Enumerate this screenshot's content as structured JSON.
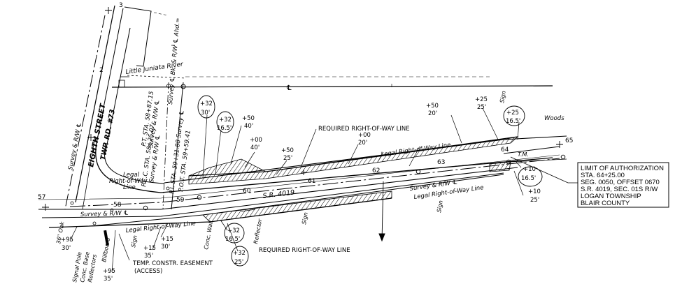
{
  "streets": {
    "eighth_street": "EIGHTH STREET",
    "twp_rd": "TWP. RD. #73",
    "survey_rw_cl": "Survey & R/W ℄",
    "sr_label": "S.R. 4019",
    "river": "Little Juniata River",
    "survey_bk": "Survey ℄ Bk. & R/W ℄ Ahd.="
  },
  "stations": [
    "57",
    "58",
    "59",
    "60",
    "61",
    "62",
    "63",
    "64",
    "65"
  ],
  "curve_points": {
    "pcc": "P.C.C. STA. 58+25.07",
    "pcc_sub": "Survey & R/W ℄",
    "pt": "P.T. STA. 58+87.15",
    "pt_sub": "Survey & R/W ℄",
    "pi": "P.I. STA. 59+31.88 Survey ℄",
    "pot": "P.O.T. STA. 59+59.41"
  },
  "lines": {
    "required_row_top": "REQUIRED RIGHT-OF-WAY LINE",
    "required_row_bottom": "REQUIRED RIGHT-OF-WAY LINE",
    "legal_row_top": "Legal Right-of-Way Line",
    "legal_row_left": "Legal Right-of-Way Line",
    "legal_row_bottom": "Legal Right-of-Way Line",
    "legal_row_lower": "Legal Right-of-Way Line",
    "survey_rw_right": "Survey & R/W ℄",
    "survey_rw_lower": "Survey & R/W ℄"
  },
  "offsets": {
    "top_32_30": [
      "+32",
      "30'"
    ],
    "top_32_165": [
      "+32",
      "16.5'"
    ],
    "top_50_40": [
      "+50",
      "40'"
    ],
    "top_00_40": [
      "+00",
      "40'"
    ],
    "top_50_25": [
      "+50",
      "25'"
    ],
    "mid_00_20": [
      "+00",
      "20'"
    ],
    "top_50_20": [
      "+50",
      "20'"
    ],
    "top_25_25": [
      "+25",
      "25'"
    ],
    "top_25_165": [
      "+25",
      "16.5'"
    ],
    "right_10_165": [
      "+10",
      "16.5'"
    ],
    "right_10_25": [
      "+10",
      "25'"
    ],
    "bot_32_165": [
      "+32",
      "16.5'"
    ],
    "bot_32_25": [
      "+32",
      "25'"
    ],
    "bot_15_30": [
      "+15",
      "30'"
    ],
    "bot_15_35": [
      "+15",
      "35'"
    ],
    "bot_95_30": [
      "+95",
      "30'"
    ],
    "bot_95_35": [
      "+95",
      "35'"
    ]
  },
  "features": {
    "sign_top": "Sign",
    "woods": "Woods",
    "tm": "T.M.",
    "sign_right": "Sign",
    "sign_mid": "Sign",
    "reflector": "Reflector",
    "conc_wall": "Conc. Wall",
    "sign_left": "Sign",
    "billboard": "Billboard",
    "reflectors": "Reflectors",
    "conc_base": "Conc. Base",
    "signal_pole": "Signal Pole",
    "oak": "36\" Oak",
    "easement": "TEMP. CONSTR. EASEMENT",
    "easement_sub": "(ACCESS)",
    "cl_mark": "℄",
    "num_2": "2",
    "num_3": "3"
  },
  "authorization_box": {
    "line1": "LIMIT OF AUTHORIZATION",
    "line2": "STA. 64+25.00",
    "line3": "SEG. 0050, OFFSET 0670",
    "line4": "S.R. 4019, SEC. 01S R/W",
    "line5": "LOGAN TOWNSHIP",
    "line6": "BLAIR COUNTY"
  }
}
